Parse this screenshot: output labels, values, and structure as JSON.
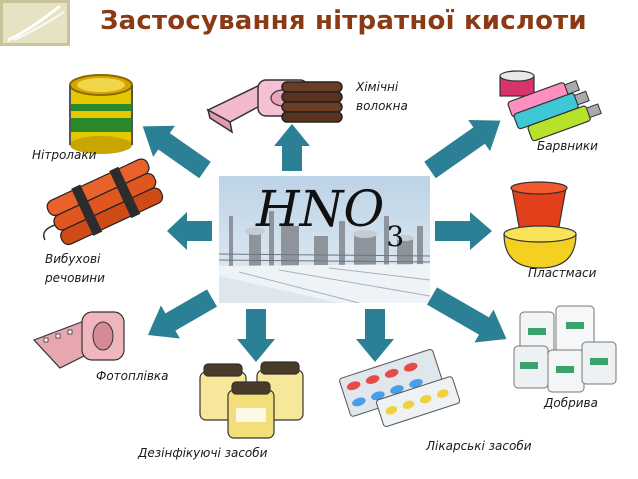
{
  "title": "Застосування нітратної кислоти",
  "formula": {
    "main": "HNO",
    "subscript": "3"
  },
  "colors": {
    "title": "#8a3a15",
    "arrow": "#2c8095"
  },
  "applications": [
    {
      "id": "fibers",
      "lines": [
        "Хімічні",
        "волокна"
      ],
      "icon": "chemical-fiber-rolls-icon"
    },
    {
      "id": "dyes",
      "lines": [
        "Барвники"
      ],
      "icon": "paint-tubes-icon"
    },
    {
      "id": "plastics",
      "lines": [
        "Пластмаси"
      ],
      "icon": "plastic-bowls-icon"
    },
    {
      "id": "fertilizers",
      "lines": [
        "Добрива"
      ],
      "icon": "fertilizer-bags-icon"
    },
    {
      "id": "medicines",
      "lines": [
        "Лікарські засоби"
      ],
      "icon": "pill-blisters-icon"
    },
    {
      "id": "disinfectants",
      "lines": [
        "Дезінфікуючі засоби"
      ],
      "icon": "disinfectant-jars-icon"
    },
    {
      "id": "film",
      "lines": [
        "Фотоплівка"
      ],
      "icon": "photo-film-roll-icon"
    },
    {
      "id": "explosives",
      "lines": [
        "Вибухові",
        "речовини"
      ],
      "icon": "dynamite-icon"
    },
    {
      "id": "nitrolacquers",
      "lines": [
        "Нітролаки"
      ],
      "icon": "lacquer-can-icon"
    }
  ]
}
